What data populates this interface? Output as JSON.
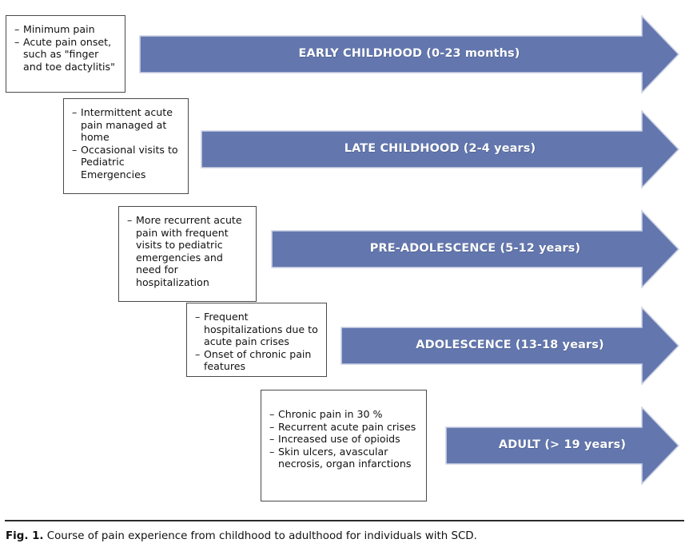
{
  "figure": {
    "caption_label": "Fig. 1.",
    "caption_text": "Course of pain experience from childhood to adulthood for individuals with SCD.",
    "arrow_color": "#6377ae",
    "arrow_border_color": "#ced3e6",
    "box_border_color": "#4a4a4a",
    "label_color": "#ffffff",
    "text_color": "#111111"
  },
  "stages": [
    {
      "id": "early-childhood",
      "arrow_label": "EARLY CHILDHOOD (0-23 months)",
      "box_items": [
        "Minimum pain",
        "Acute pain onset, such as \"finger and toe dactylitis\""
      ]
    },
    {
      "id": "late-childhood",
      "arrow_label": "LATE CHILDHOOD (2-4 years)",
      "box_items": [
        "Intermittent acute pain managed at home",
        "Occasional visits to Pediatric Emergencies"
      ]
    },
    {
      "id": "pre-adolescence",
      "arrow_label": "PRE-ADOLESCENCE (5-12 years)",
      "box_items": [
        "More recurrent acute pain with frequent visits to pediatric emergencies and need for hospitalization"
      ]
    },
    {
      "id": "adolescence",
      "arrow_label": "ADOLESCENCE (13-18 years)",
      "box_items": [
        "Frequent hospitalizations due to acute pain crises",
        "Onset of chronic pain features"
      ]
    },
    {
      "id": "adult",
      "arrow_label": "ADULT (> 19 years)",
      "box_items": [
        "Chronic pain in 30 %",
        "Recurrent acute pain crises",
        "Increased use of opioids",
        "Skin ulcers, avascular necrosis, organ infarctions"
      ]
    }
  ]
}
